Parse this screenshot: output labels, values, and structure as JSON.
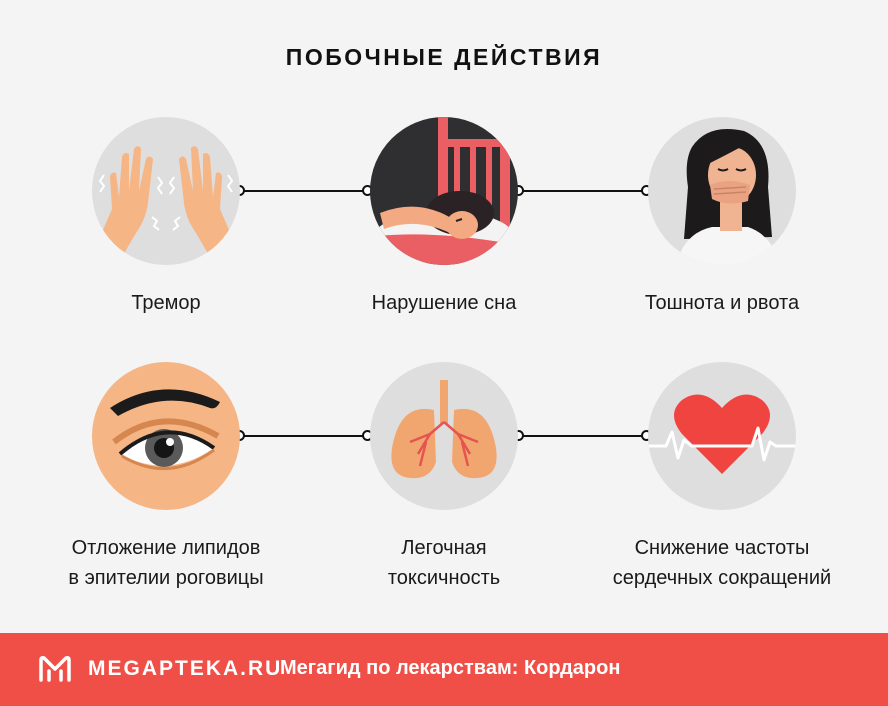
{
  "title": "ПОБОЧНЫЕ ДЕЙСТВИЯ",
  "items": [
    {
      "label": "Тремор",
      "icon": "trembling-hands-icon"
    },
    {
      "label": "Нарушение сна",
      "icon": "sleeping-woman-icon"
    },
    {
      "label": "Тошнота и рвота",
      "icon": "nauseous-woman-icon"
    },
    {
      "label_line1": "Отложение липидов",
      "label_line2": "в эпителии роговицы",
      "icon": "eye-icon"
    },
    {
      "label_line1": "Легочная",
      "label_line2": "токсичность",
      "icon": "lungs-icon"
    },
    {
      "label_line1": "Снижение частоты",
      "label_line2": "сердечных сокращений",
      "icon": "heart-pulse-icon"
    }
  ],
  "footer": {
    "brand": "MEGAPTEKA.RU",
    "tagline": "Мегагид по лекарствам: Кордарон"
  },
  "colors": {
    "background": "#f4f4f4",
    "accent": "#ef4f46",
    "circle_gray": "#dedede",
    "skin": "#f5b584"
  }
}
